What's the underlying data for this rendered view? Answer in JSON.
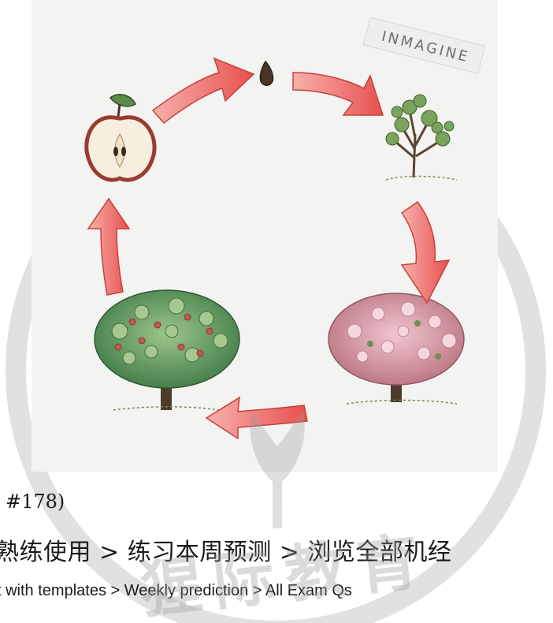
{
  "card": {
    "stamp_text": "INMAGINE"
  },
  "watermark": {
    "text": "猩际教育"
  },
  "caption": {
    "code": "[ #178)",
    "zh": "熟练使用 > 练习本周预测 > 浏览全部机经",
    "en": "t with templates > Weekly prediction > All Exam Qs"
  },
  "colors": {
    "arrow": "#ef6b68",
    "arrow_light": "#f6a5a2",
    "card_bg": "#f3f3f1",
    "watermark": "#b9b9b9"
  }
}
